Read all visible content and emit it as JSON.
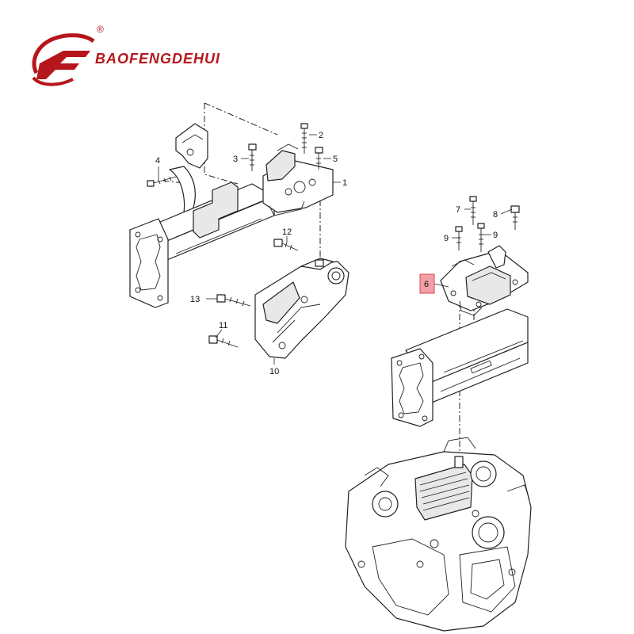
{
  "brand": {
    "name": "BAOFENGDEHUI",
    "registered": "®",
    "accent_color": "#b5161b"
  },
  "diagram": {
    "highlight_color": "#f2a0a8",
    "callouts": {
      "c1": "1",
      "c2": "2",
      "c3": "3",
      "c4": "4",
      "c5": "5",
      "c6": "6",
      "c7": "7",
      "c8": "8",
      "c9a": "9",
      "c9b": "9",
      "c10": "10",
      "c11": "11",
      "c12": "12",
      "c13": "13"
    },
    "highlighted_part": "6"
  }
}
